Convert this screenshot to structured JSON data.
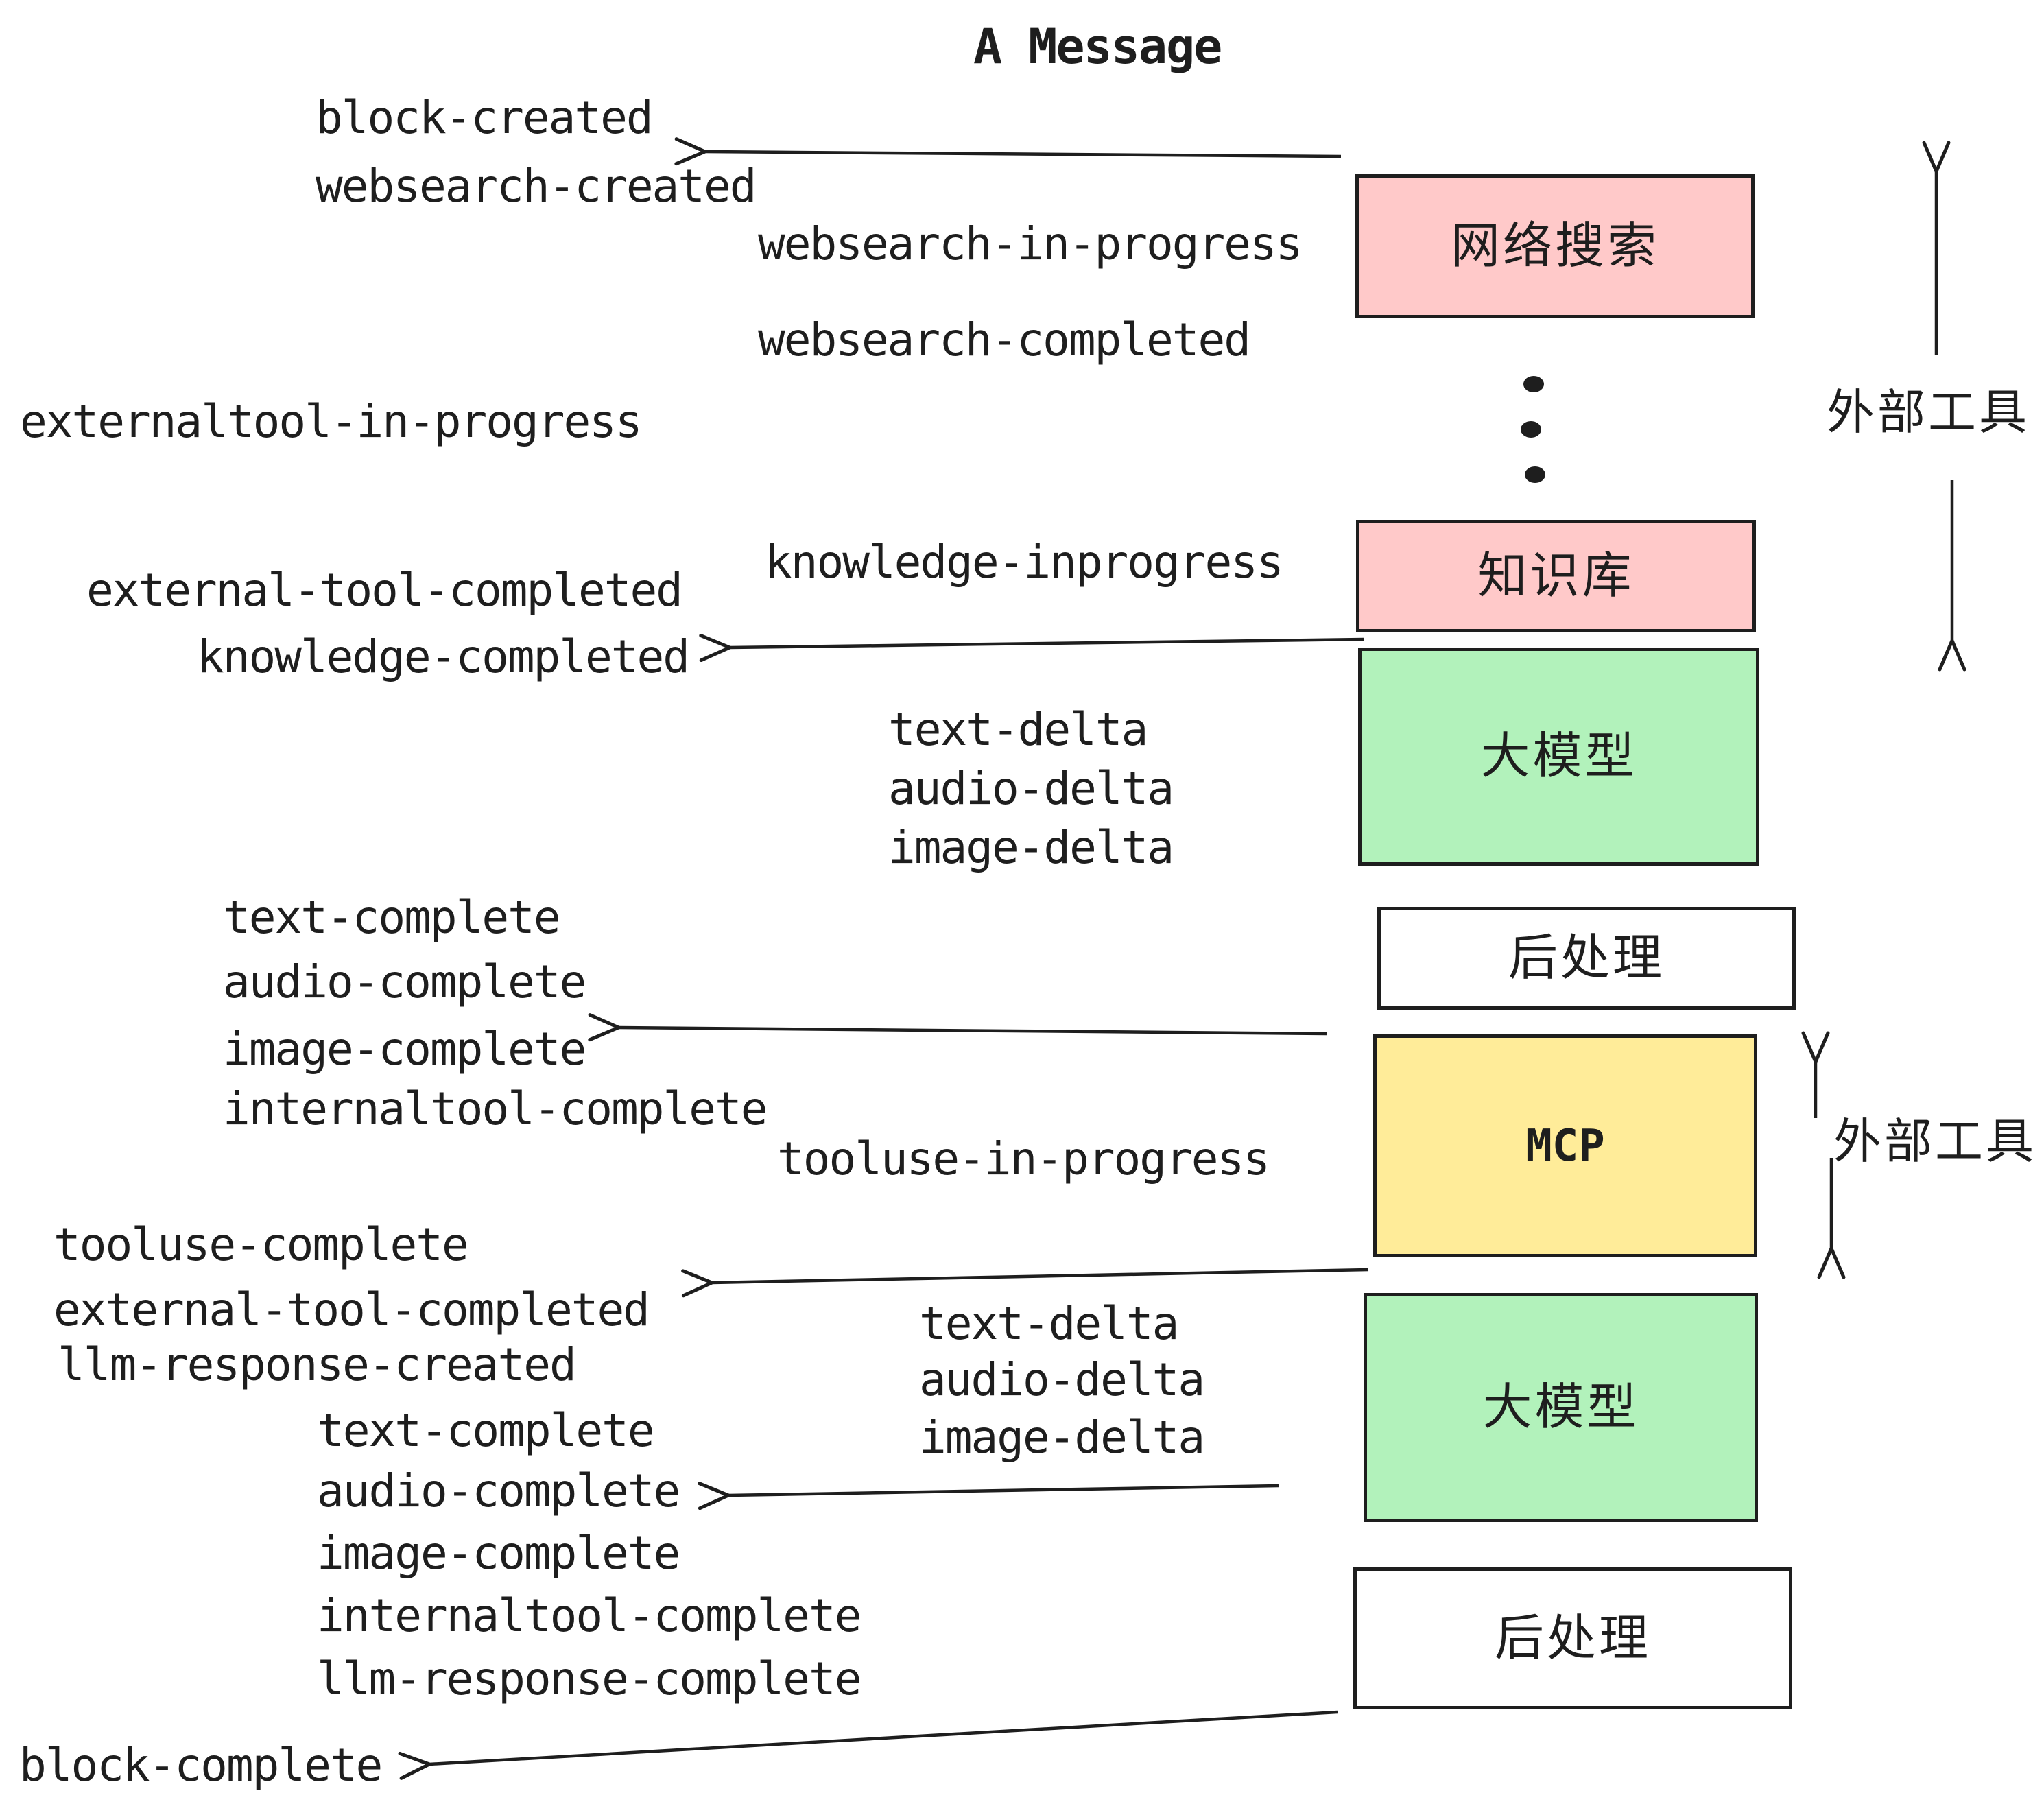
{
  "title": "A Message",
  "colors": {
    "stroke": "#1e1e1e",
    "box_pink": "#ffc9c9",
    "box_green": "#b2f2bb",
    "box_yellow": "#ffec99",
    "box_white": "#ffffff",
    "background": "#ffffff"
  },
  "nodes": {
    "websearch": {
      "label": "网络搜索"
    },
    "knowledge": {
      "label": "知识库"
    },
    "llm_1": {
      "label": "大模型"
    },
    "post_1": {
      "label": "后处理"
    },
    "mcp": {
      "label": "MCP"
    },
    "llm_2": {
      "label": "大模型"
    },
    "post_2": {
      "label": "后处理"
    }
  },
  "side_labels": {
    "external_tools_top": "外部工具",
    "external_tools_bottom": "外部工具"
  },
  "events": {
    "block_created": "block-created",
    "websearch_created": "websearch-created",
    "websearch_in_progress": "websearch-in-progress",
    "websearch_completed": "websearch-completed",
    "externaltool_in_progress": "externaltool-in-progress",
    "knowledge_inprogress": "knowledge-inprogress",
    "external_tool_completed_1": "external-tool-completed",
    "knowledge_completed": "knowledge-completed",
    "text_delta_1": "text-delta",
    "audio_delta_1": "audio-delta",
    "image_delta_1": "image-delta",
    "text_complete_1": "text-complete",
    "audio_complete_1": "audio-complete",
    "image_complete_1": "image-complete",
    "internaltool_complete_1": "internaltool-complete",
    "tooluse_in_progress": "tooluse-in-progress",
    "tooluse_complete": "tooluse-complete",
    "external_tool_completed_2": "external-tool-completed",
    "llm_response_created": "llm-response-created",
    "text_delta_2": "text-delta",
    "audio_delta_2": "audio-delta",
    "image_delta_2": "image-delta",
    "text_complete_2": "text-complete",
    "audio_complete_2": "audio-complete",
    "image_complete_2": "image-complete",
    "internaltool_complete_2": "internaltool-complete",
    "llm_response_complete": "llm-response-complete",
    "block_complete": "block-complete"
  }
}
